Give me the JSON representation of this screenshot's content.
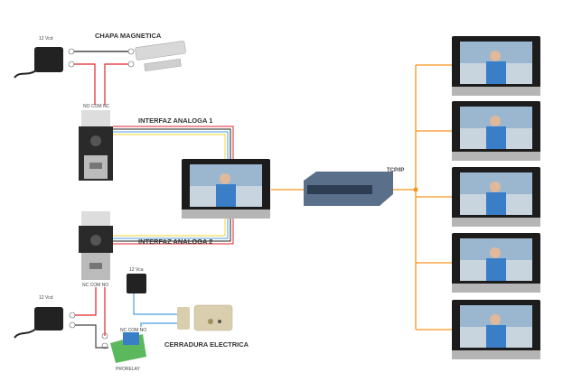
{
  "labels": {
    "psu_top": "12 Vcd",
    "maglock": "CHAPA MAGNETICA",
    "panel1_terminals": "NO COM NC",
    "interface1": "INTERFAZ ANALOGA 1",
    "interface2": "INTERFAZ ANALOGA 2",
    "panel2_terminals": "NC COM NO",
    "psu_ac": "12 Vca",
    "relay_terminals": "NC COM NO",
    "strike": "CERRADURA ELECTRICA",
    "psu_bottom": "12 Vcd",
    "relay": "PRORELAY",
    "network": "TCP/IP"
  },
  "colors": {
    "network": "#f7941d",
    "positive": "#e0262b",
    "negative": "#333333",
    "ac": "#4a9fe0"
  }
}
